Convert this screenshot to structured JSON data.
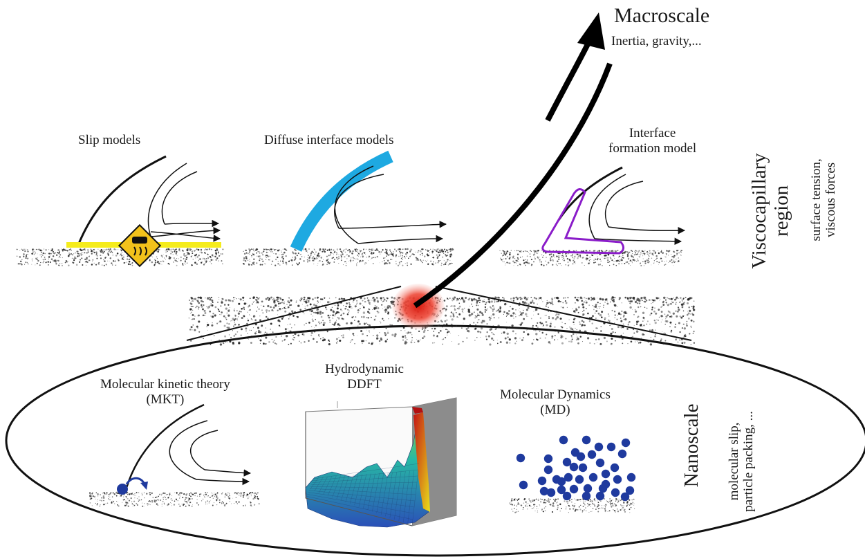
{
  "macroscale": {
    "title": "Macroscale",
    "subtitle": "Inertia, gravity,..."
  },
  "viscocapillary": {
    "title_line1": "Viscocapillary",
    "title_line2": "region",
    "sub_line1": "surface tension,",
    "sub_line2": "viscous forces"
  },
  "nanoscale": {
    "title": "Nanoscale",
    "sub_line1": "molecular slip,",
    "sub_line2": "particle packing, ..."
  },
  "models": {
    "slip": "Slip models",
    "diffuse": "Diffuse interface models",
    "formation_line1": "Interface",
    "formation_line2": "formation model",
    "mkt_line1": "Molecular kinetic theory",
    "mkt_line2": "(MKT)",
    "ddft_line1": "Hydrodynamic",
    "ddft_line2": "DDFT",
    "md_line1": "Molecular Dynamics",
    "md_line2": "(MD)"
  },
  "colors": {
    "slip_wall": "#f5ec1c",
    "diffuse_band": "#1ea9e1",
    "formation_outline": "#8a1cc9",
    "md_particles": "#1f3a9e",
    "hotspot": "#e8261a",
    "sign": "#f2c21b"
  }
}
